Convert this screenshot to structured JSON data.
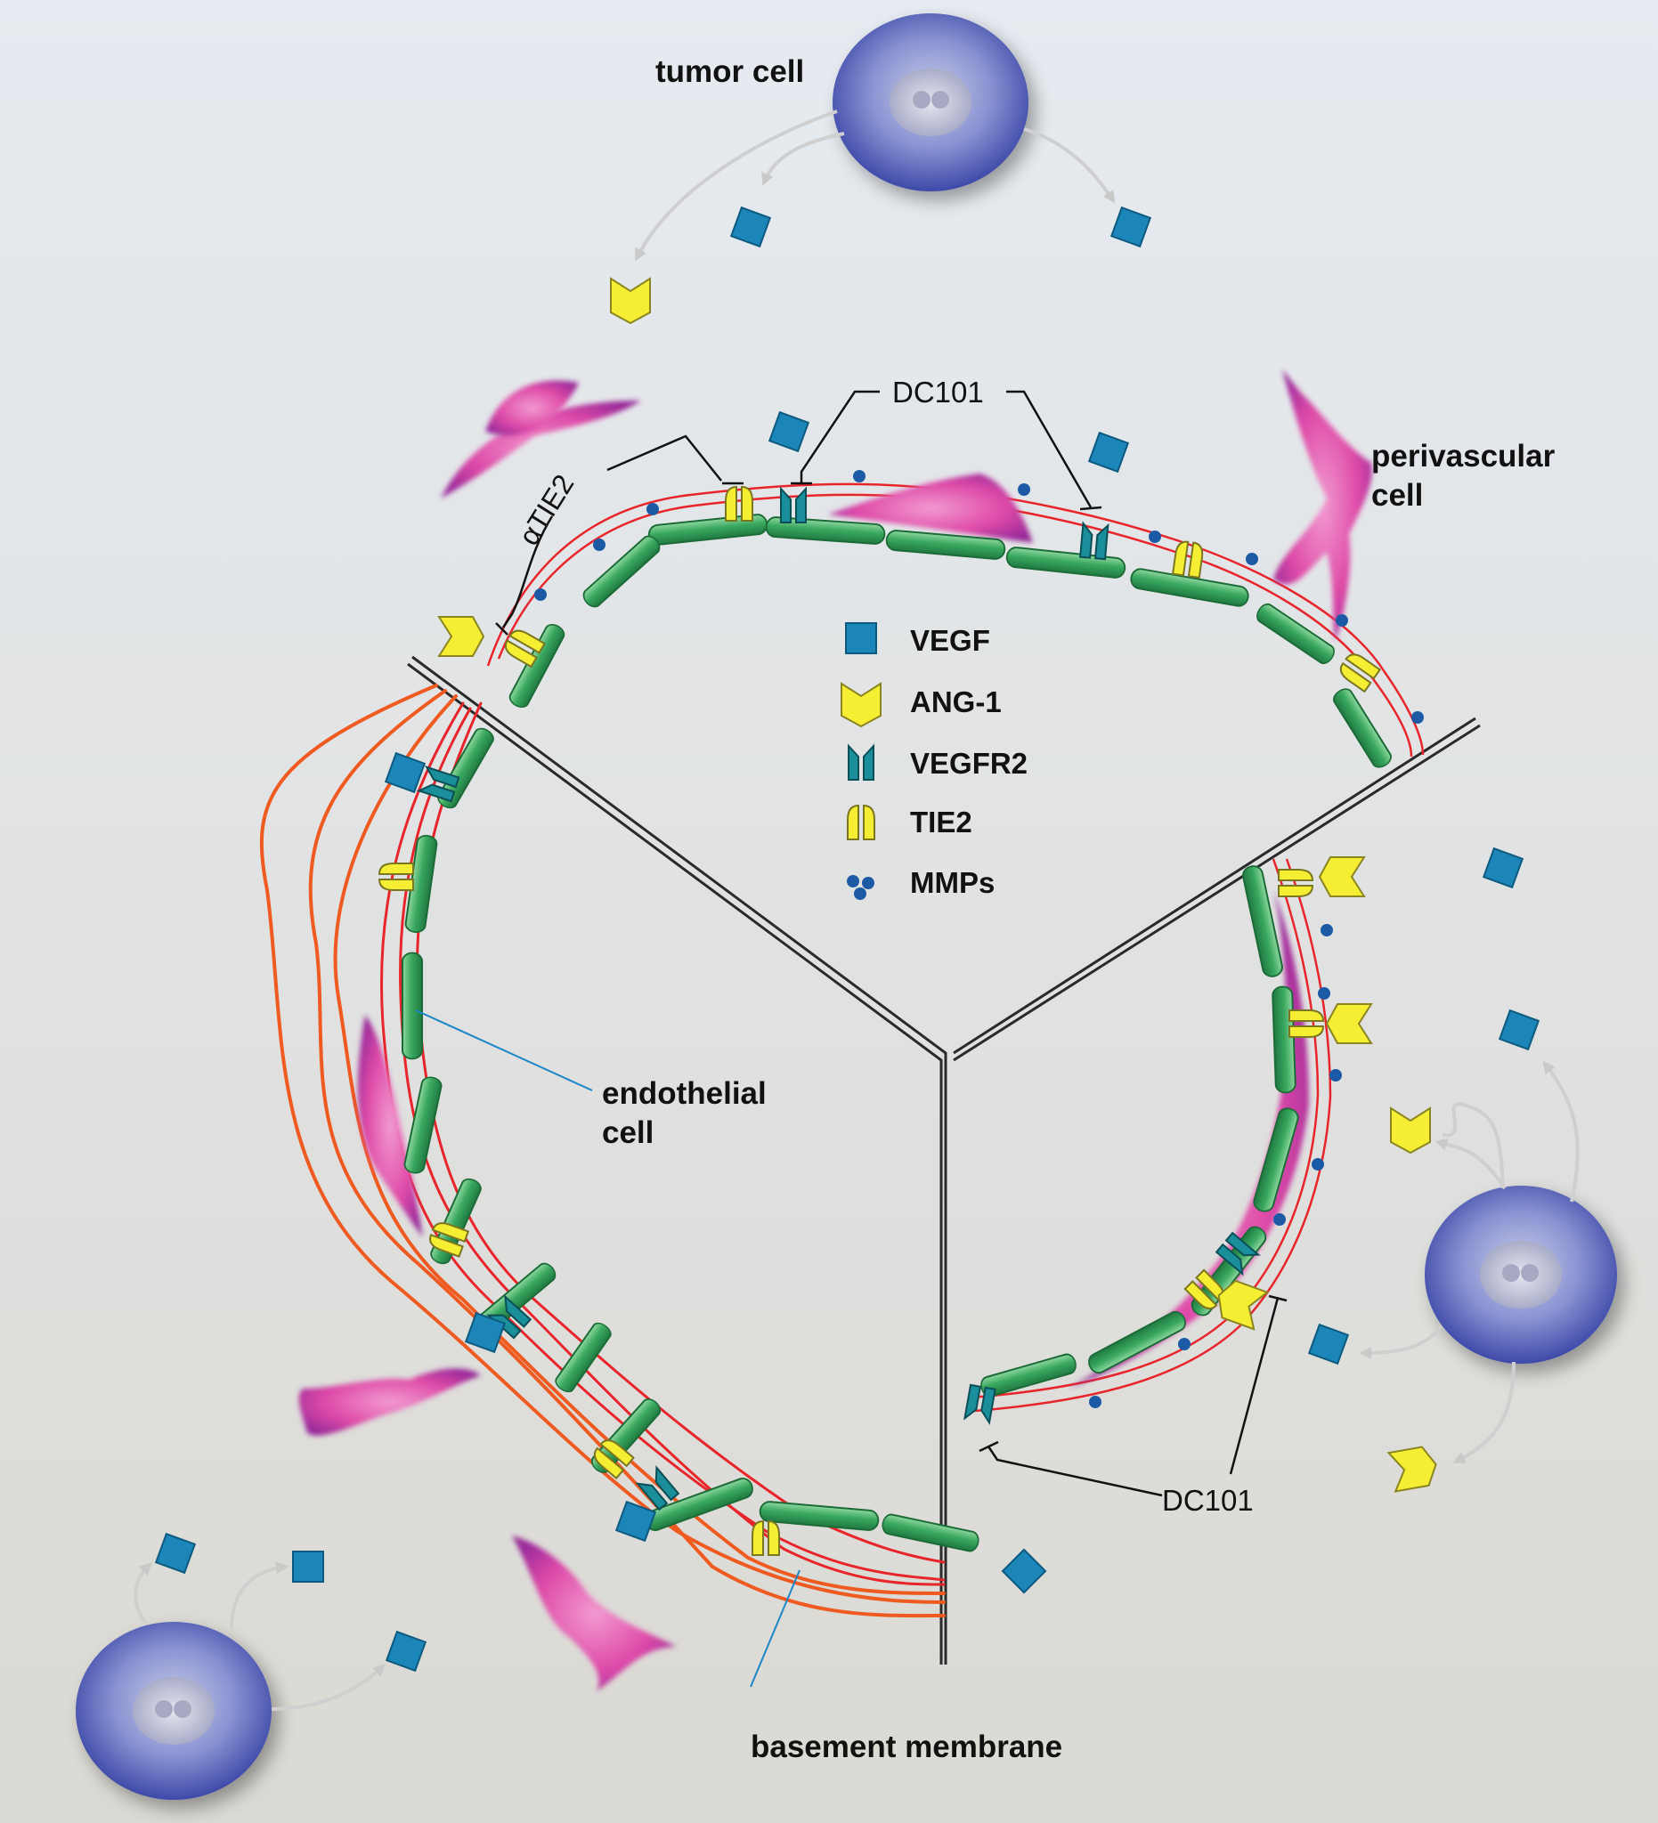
{
  "labels": {
    "tumor_cell": "tumor cell",
    "perivascular_line1": "perivascular",
    "perivascular_line2": "cell",
    "endothelial_line1": "endothelial",
    "endothelial_line2": "cell",
    "basement_membrane": "basement membrane",
    "dc101_top": "DC101",
    "dc101_bottom": "DC101",
    "atie2_alpha": "α",
    "atie2_rest": "TIE2"
  },
  "legend": [
    {
      "icon": "vegf-square-icon",
      "label": "VEGF"
    },
    {
      "icon": "ang1-chevron-icon",
      "label": "ANG-1"
    },
    {
      "icon": "vegfr2-receptor-icon",
      "label": "VEGFR2"
    },
    {
      "icon": "tie2-receptor-icon",
      "label": "TIE2"
    },
    {
      "icon": "mmp-dots-icon",
      "label": "MMPs"
    }
  ],
  "colors": {
    "background_top": "#e4e9ef",
    "background_bottom": "#dcdad5",
    "endothelial": "#2f9a55",
    "endothelial_light": "#7ccf8f",
    "vegf": "#1b86b7",
    "ang1": "#f5ee33",
    "vegfr2": "#1a8e9b",
    "mmp": "#1c5aa6",
    "basement_red": "#e8252a",
    "basement_orange": "#ef5a20",
    "perivascular": "#e04fa9",
    "tumor": "#4b58b5",
    "inhibitor_line": "#111111",
    "pointer_line": "#1b86c8"
  }
}
